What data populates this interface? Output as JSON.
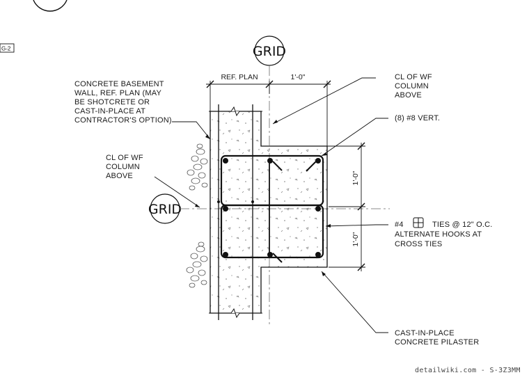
{
  "sheet_ref": "G-2",
  "grid_label": "GRID",
  "dimensions": {
    "ref_plan": "REF. PLAN",
    "top_offset": "1'-0\"",
    "upper_bay": "1'-0\"",
    "lower_bay": "1'-0\""
  },
  "notes": {
    "basement_wall": [
      "CONCRETE BASEMENT",
      "WALL, REF. PLAN (MAY",
      "BE SHOTCRETE OR",
      "CAST-IN-PLACE AT",
      "CONTRACTOR'S OPTION)"
    ],
    "cl_column_left": [
      "CL OF WF",
      "COLUMN",
      "ABOVE"
    ],
    "cl_column_right": [
      "CL OF WF",
      "COLUMN",
      "ABOVE"
    ],
    "vert_bars": "(8) #8 VERT.",
    "ties": [
      "#4",
      "TIES @ 12\" O.C.",
      "ALTERNATE HOOKS AT",
      "CROSS TIES"
    ],
    "pilaster": [
      "CAST-IN-PLACE",
      "CONCRETE PILASTER"
    ]
  },
  "watermark": "detailwiki.com - S-3Z3MM"
}
